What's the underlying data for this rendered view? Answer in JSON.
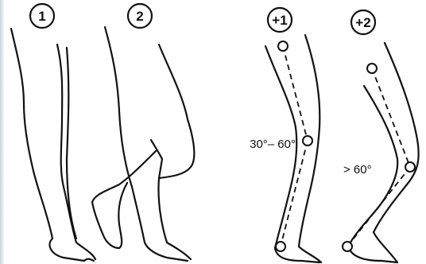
{
  "colors": {
    "ink": "#111111",
    "background": "#ffffff",
    "edge_strip": "#c9d3df"
  },
  "panels": [
    {
      "label": "1"
    },
    {
      "label": "2"
    },
    {
      "label": "+1",
      "angle": "30°– 60°"
    },
    {
      "label": "+2",
      "angle": "> 60°"
    }
  ]
}
